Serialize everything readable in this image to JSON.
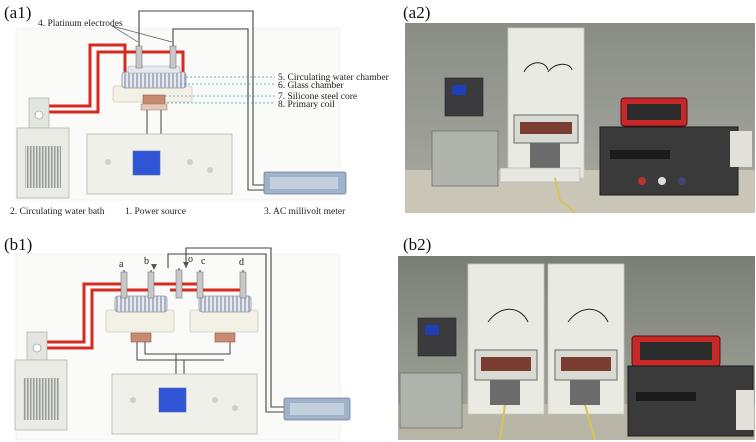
{
  "panels": {
    "a1": "(a1)",
    "a2": "(a2)",
    "b1": "(b1)",
    "b2": "(b2)"
  },
  "a1_labels": {
    "electrodes": "4. Platinum electrodes",
    "water_chamber": "5. Circulating water chamber",
    "glass_chamber": "6. Glass chamber",
    "silicone_core": "7. Silicone steel core",
    "primary_coil": "8. Primary coil",
    "water_bath": "2. Circulating water bath",
    "power_source": "1. Power source",
    "millivolt_meter": "3. AC millivolt meter"
  },
  "b1_labels": {
    "a": "a",
    "b": "b",
    "o": "o",
    "c": "c",
    "d": "d"
  },
  "colors": {
    "pipe_red": "#d42a20",
    "wire": "#444444",
    "screen_blue": "#2f54d6",
    "device_gray": "#e9ebe4",
    "meter_blue": "#9fb2c9"
  }
}
